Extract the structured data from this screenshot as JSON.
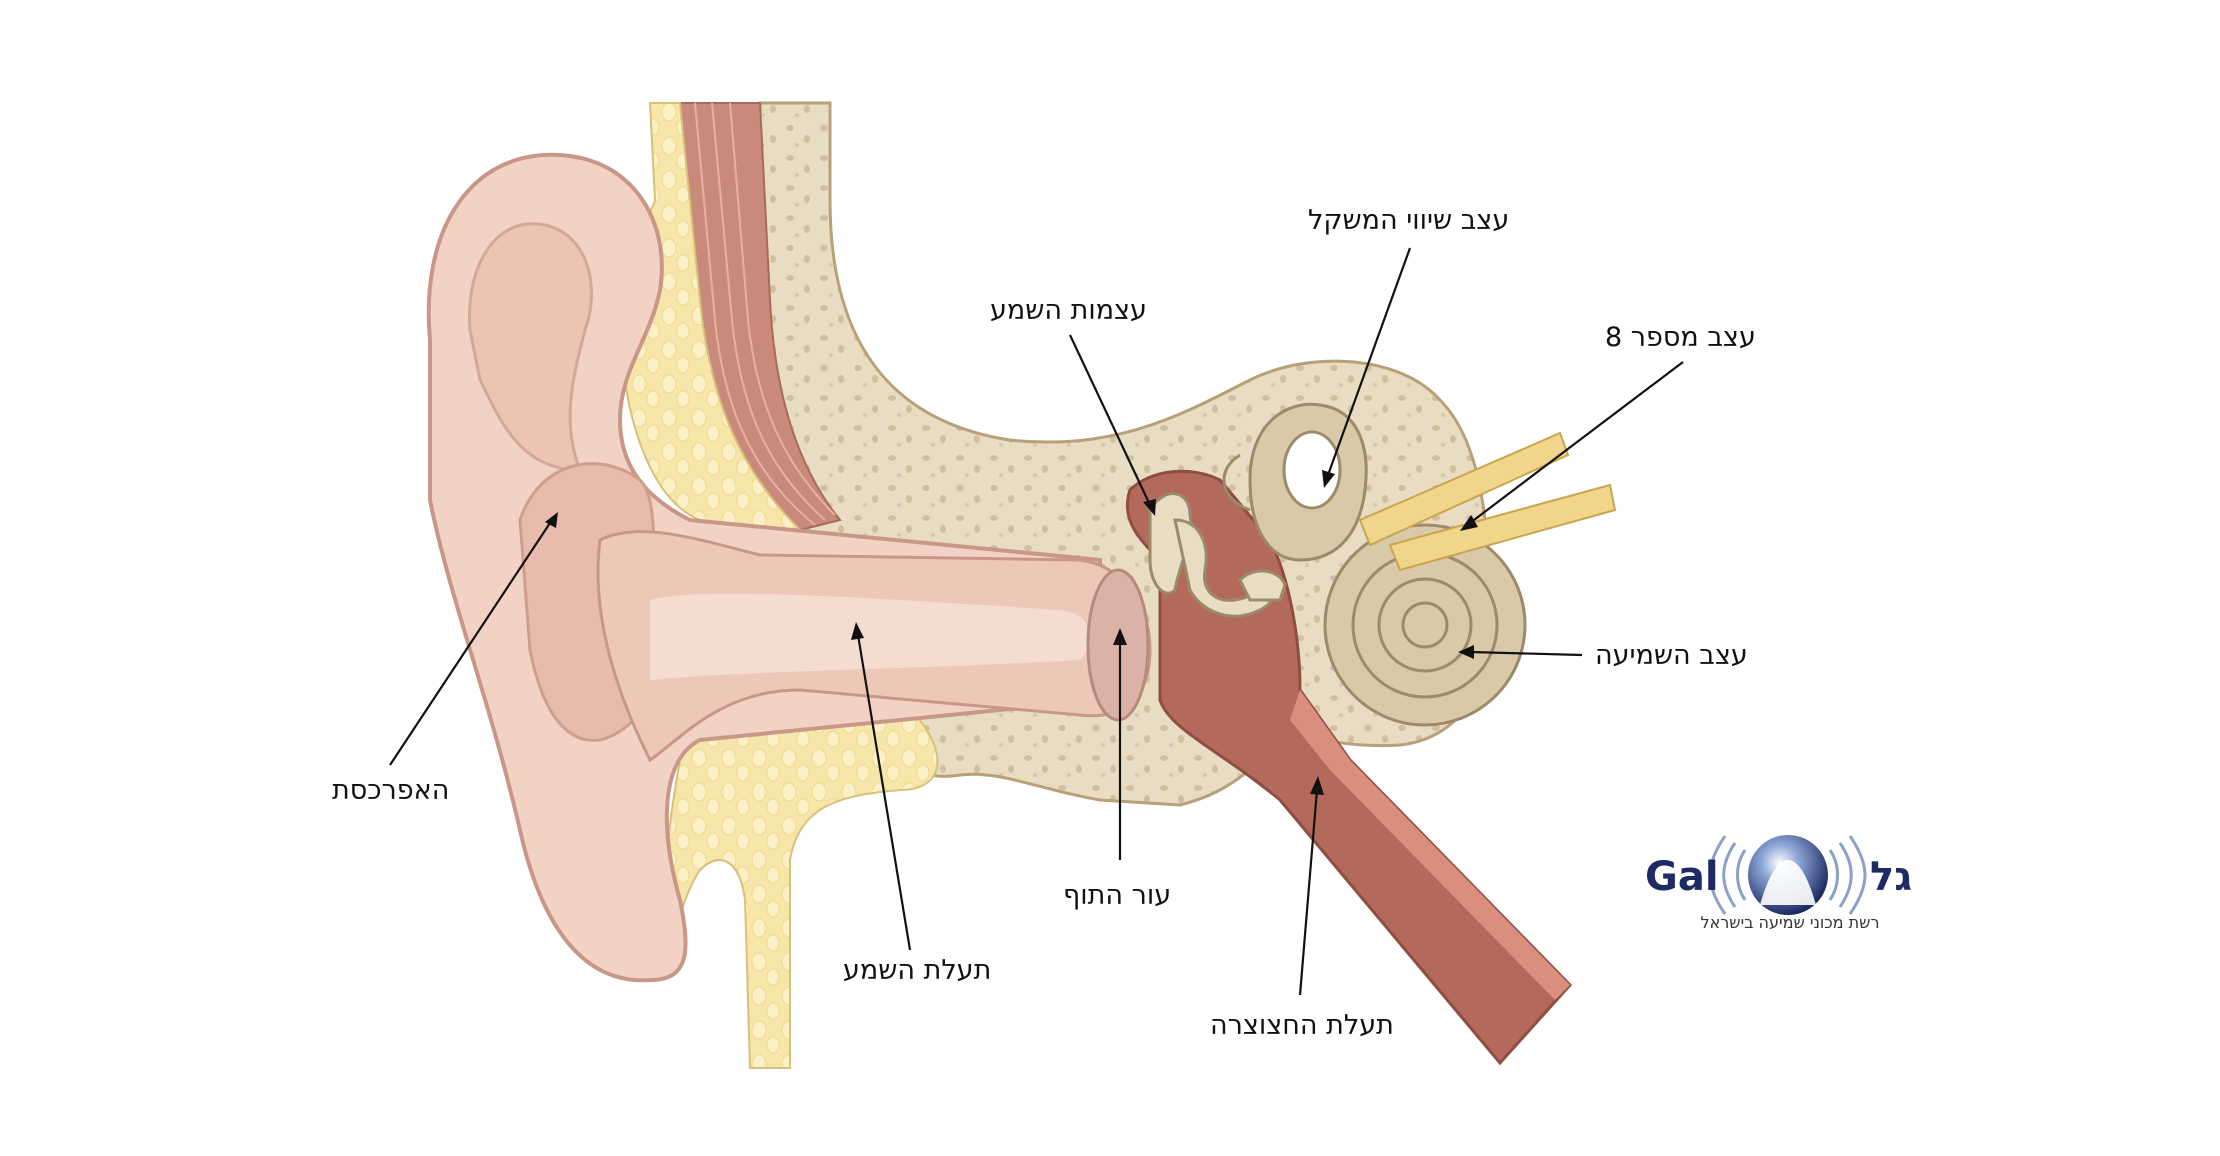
{
  "labels": {
    "pinna": "האפרכסת",
    "ear_canal": "תעלת השמע",
    "eardrum": "עור התוף",
    "eustachian_tube": "תעלת החצוצרה",
    "ossicles": "עצמות השמע",
    "vestibular_nerve": "עצב שיווי המשקל",
    "nerve_8": "עצב מספר 8",
    "auditory_nerve": "עצב השמיעה"
  },
  "logo": {
    "latin": "Gal",
    "hebrew": "גל",
    "tagline": "רשת מכוני שמיעה בישראל"
  },
  "colors": {
    "skin": "#f2d2c4",
    "skin_dark": "#e3b6a6",
    "cartilage": "#f5e3ad",
    "bone": "#e8dcc2",
    "muscle": "#c98a7b",
    "tube": "#b36a5c",
    "nerve": "#f0d58a",
    "logo_blue": "#1d2a63"
  }
}
